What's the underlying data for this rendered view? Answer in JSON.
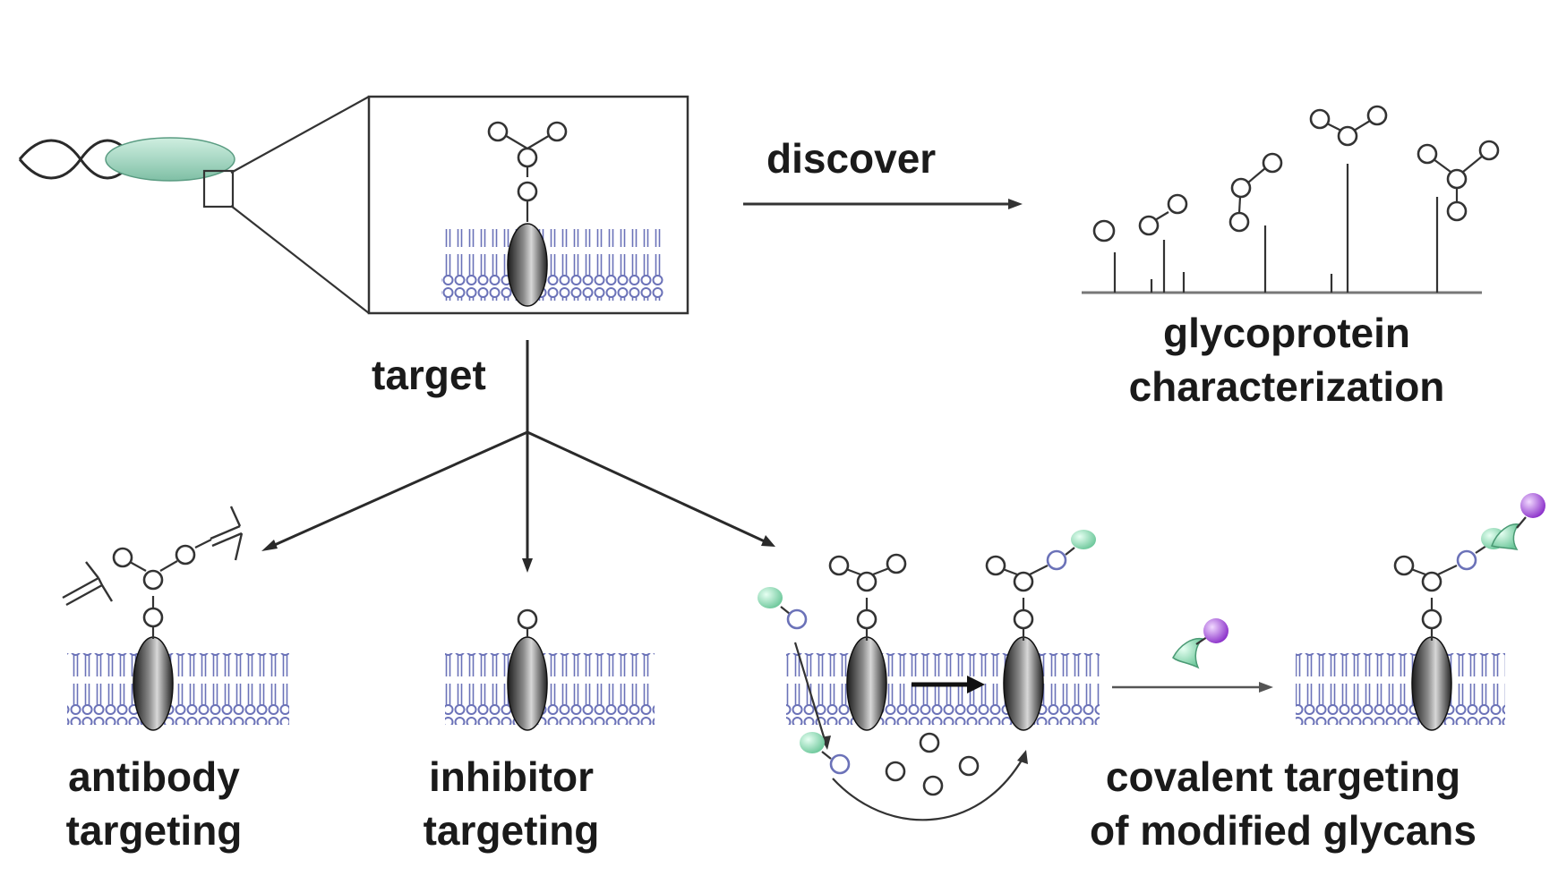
{
  "labels": {
    "discover": "discover",
    "glyco_line1": "glycoprotein",
    "glyco_line2": "characterization",
    "target": "target",
    "antibody_line1": "antibody",
    "antibody_line2": "targeting",
    "inhibitor_line1": "inhibitor",
    "inhibitor_line2": "targeting",
    "covalent_line1": "covalent targeting",
    "covalent_line2": "of modified glycans"
  },
  "colors": {
    "protein_fill": "#a8d8c4",
    "membrane": "#6b72b8",
    "green_tag": "#8fd4b0",
    "purple_probe": "#9b3fd6",
    "line": "#2a2a2a"
  }
}
